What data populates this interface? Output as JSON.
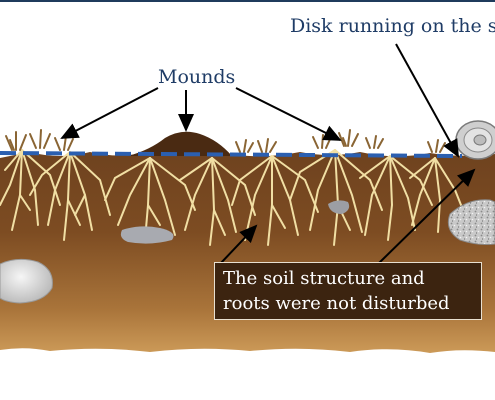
{
  "labels": {
    "disk": "Disk running on the s",
    "mounds": "Mounds",
    "callout_line1": "The soil structure and",
    "callout_line2": "roots were not disturbed"
  },
  "colors": {
    "title_text": "#1f3c66",
    "dashed_line": "#2b5fb0",
    "soil_top": "#6e4321",
    "soil_bottom": "#c2904f",
    "roots": "#f2dfa0",
    "callout_bg": "#3c2410",
    "arrow": "#000000"
  },
  "icons": [
    "soil-cross-section",
    "grass-tuft-icon",
    "disk-icon",
    "stone-icon",
    "arrow-icon"
  ]
}
